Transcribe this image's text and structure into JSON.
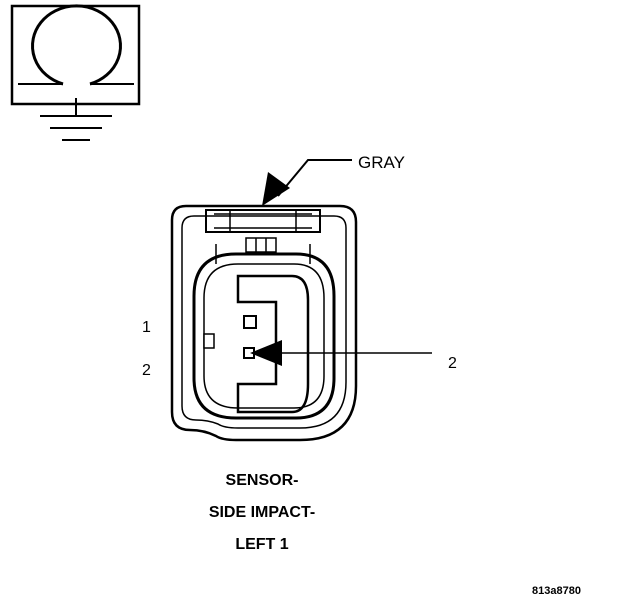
{
  "wire_color_label": "GRAY",
  "pin_labels": [
    "1",
    "2"
  ],
  "callout_pin": "2",
  "title_lines": [
    "SENSOR-",
    "SIDE IMPACT-",
    "LEFT 1"
  ],
  "figure_code": "813a8780",
  "icon": "ground-symbol-icon",
  "colors": {
    "line": "#000000",
    "background": "#ffffff"
  }
}
